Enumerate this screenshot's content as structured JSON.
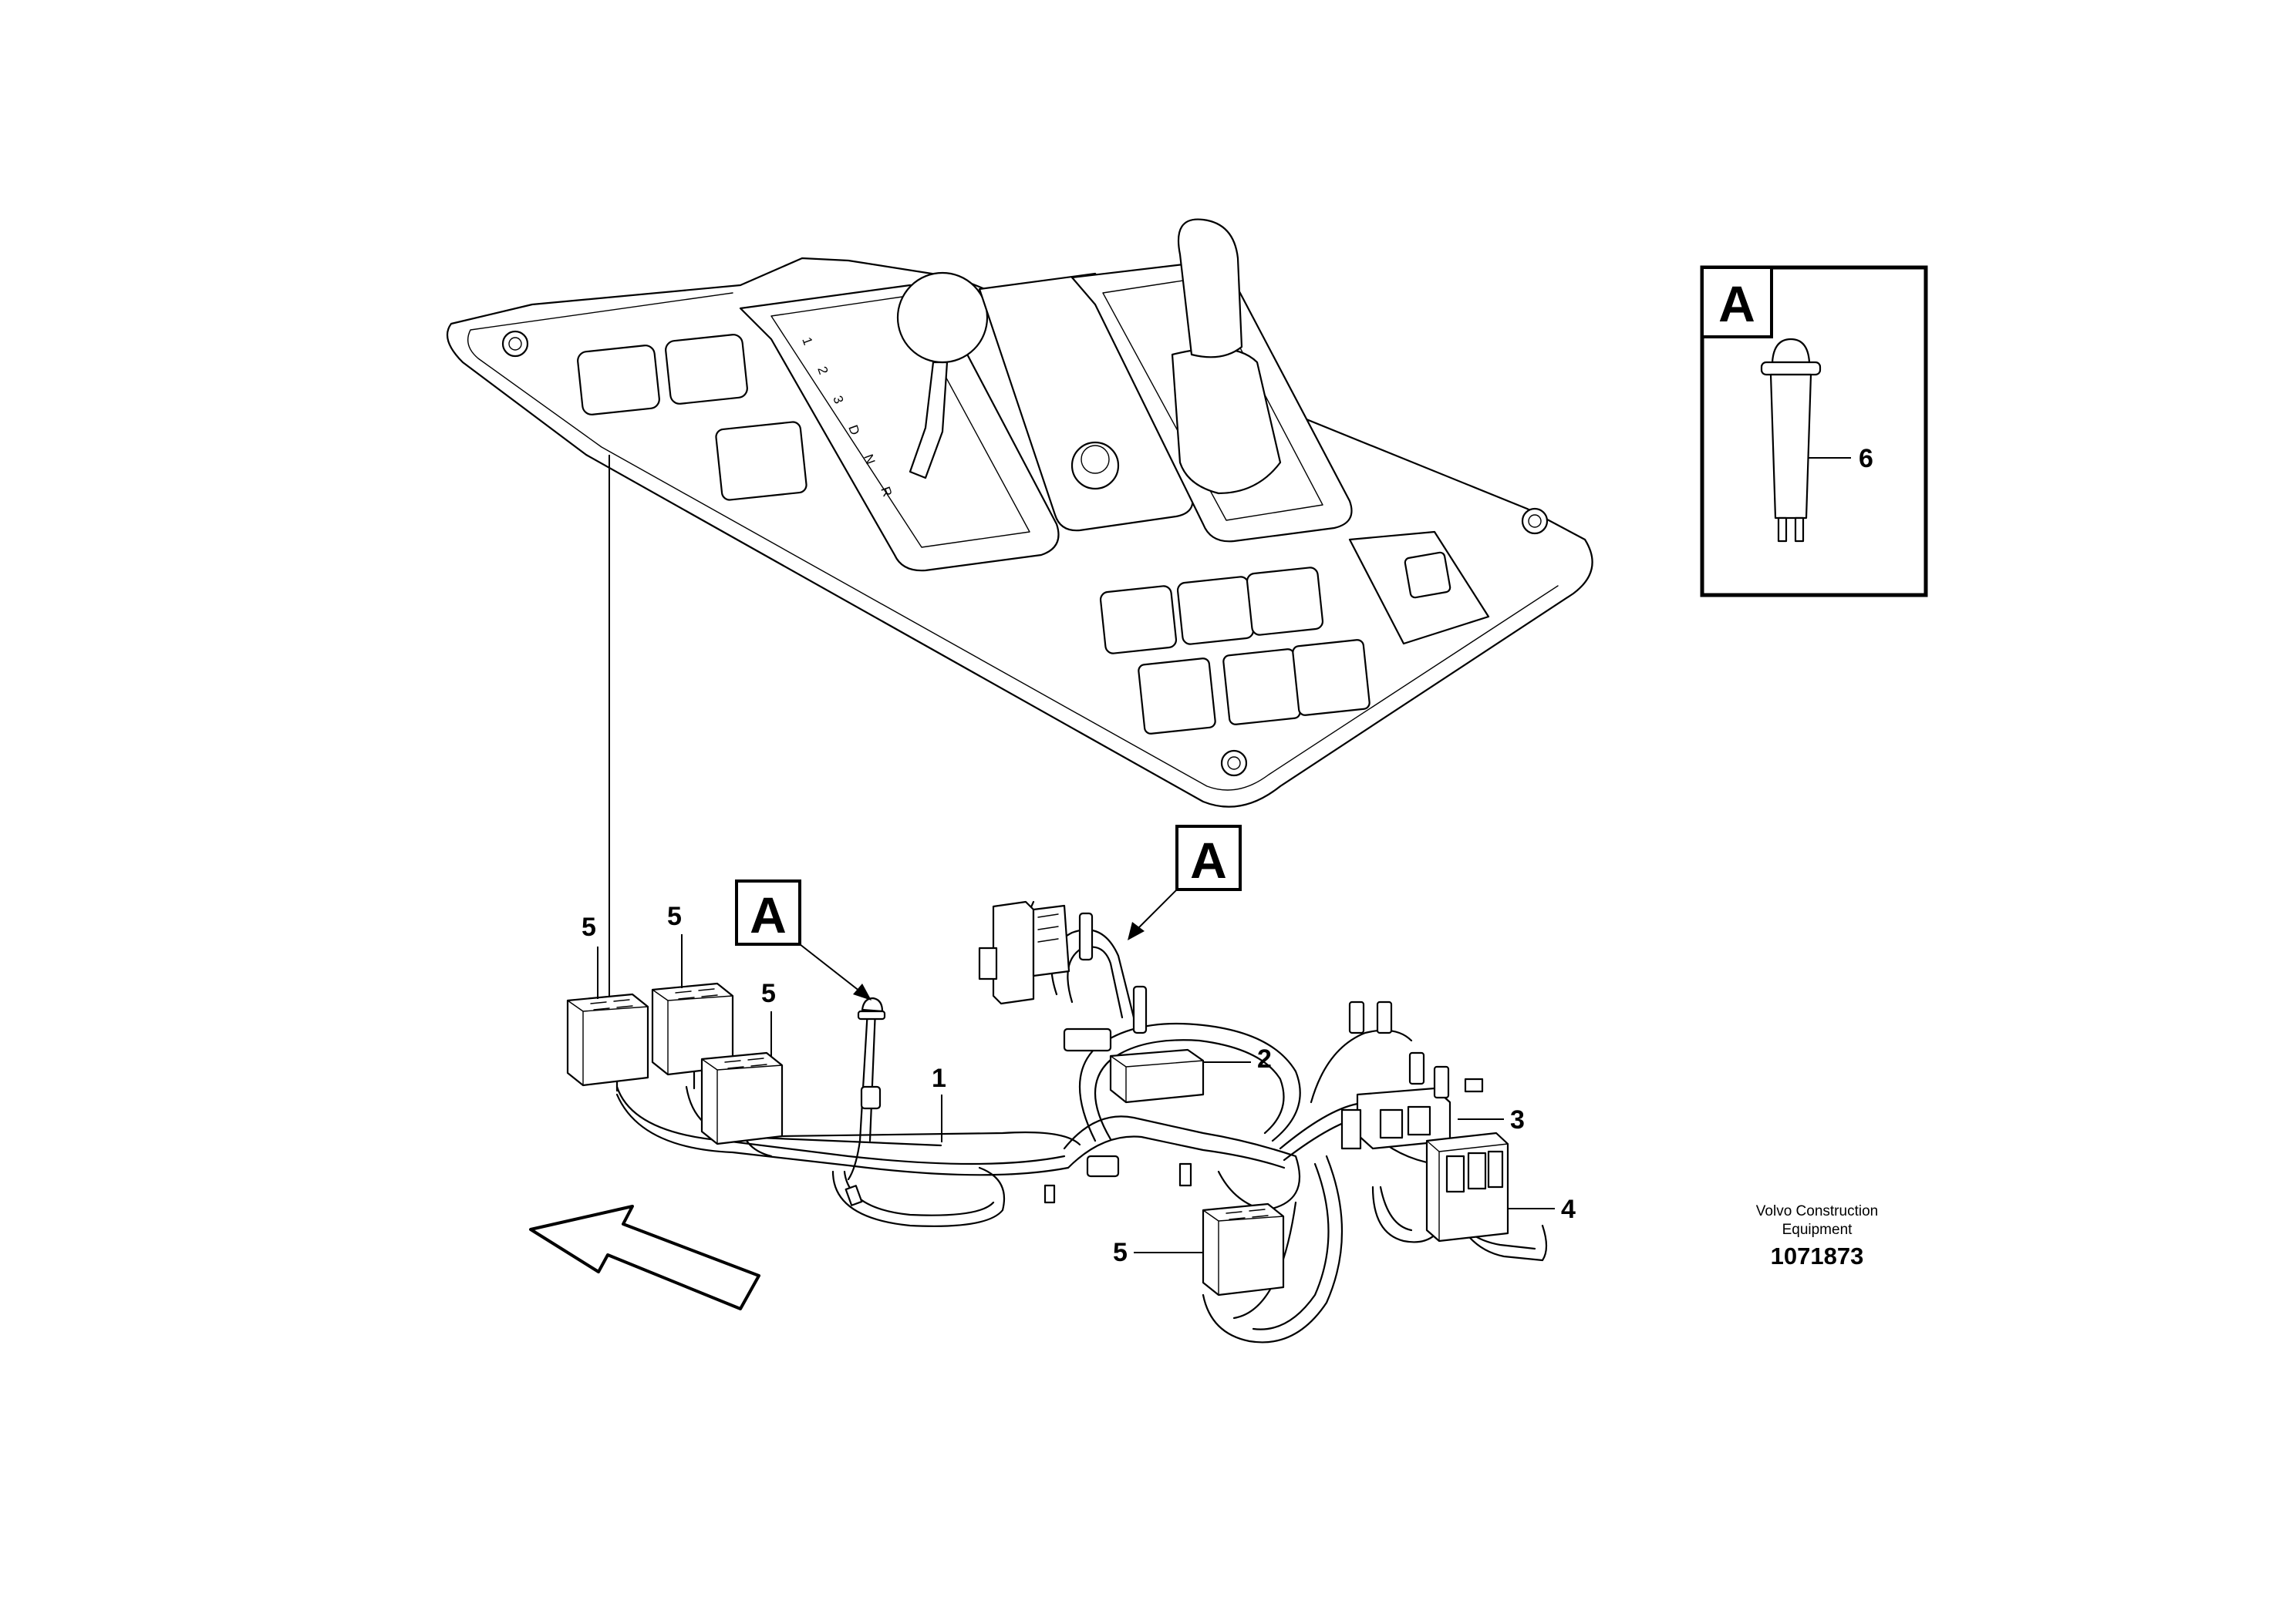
{
  "callouts": {
    "c1": "1",
    "c2": "2",
    "c3": "3",
    "c4": "4",
    "c5a": "5",
    "c5b": "5",
    "c5c": "5",
    "c5d": "5",
    "c6": "6"
  },
  "detail_markers": {
    "detail_box_letter": "A",
    "marker_left": "A",
    "marker_right": "A"
  },
  "gear_letters": [
    "R",
    "N",
    "D",
    "3",
    "2",
    "1"
  ],
  "footer": {
    "brand_line1": "Volvo Construction",
    "brand_line2": "Equipment",
    "part_number": "1071873"
  }
}
